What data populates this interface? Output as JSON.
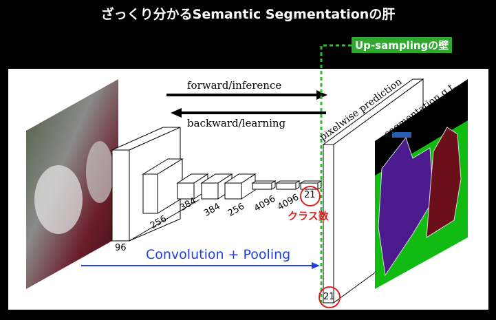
{
  "title": "ざっくり分かるSemantic Segmentationの肝",
  "upsampling_label": "Up-samplingの壁",
  "arrows": {
    "forward": "forward/inference",
    "backward": "backward/learning"
  },
  "layers": [
    "96",
    "256",
    "384",
    "384",
    "256",
    "4096",
    "4096",
    "21"
  ],
  "prediction_label": "pixelwise prediction",
  "gt_label": "segmentation g.t.",
  "output_channels": "21",
  "class_count_label": "クラス数",
  "conv_label": "Convolution + Pooling",
  "colors": {
    "accent_green": "#2fa82f",
    "blue": "#1f3fe0",
    "red": "#e02020",
    "seg_purple": "#4b1a8c",
    "seg_maroon": "#6b0f1a",
    "seg_green": "#11bb11"
  }
}
